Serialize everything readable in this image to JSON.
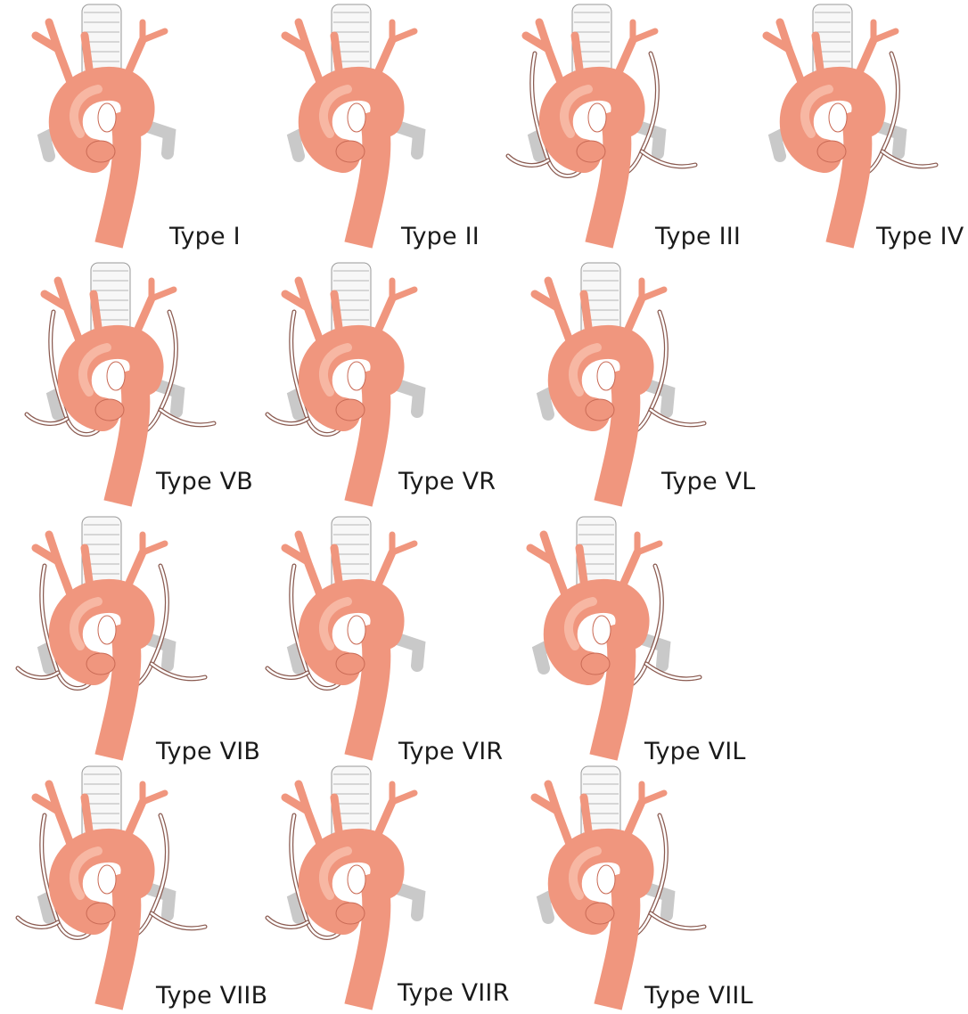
{
  "colors": {
    "aorta": "#f0967e",
    "aorta_light": "#f7b7a3",
    "aorta_dark": "#c96a55",
    "nerve_outline": "#8a5a50",
    "trachea": "#dcdcdc"
  },
  "panels": [
    {
      "id": "I",
      "label": "Type I",
      "nerve": "none",
      "row": 0
    },
    {
      "id": "II",
      "label": "Type II",
      "nerve": "none",
      "row": 0
    },
    {
      "id": "III",
      "label": "Type III",
      "nerve": "both",
      "row": 0
    },
    {
      "id": "IV",
      "label": "Type IV",
      "nerve": "left",
      "row": 0
    },
    {
      "id": "VB",
      "label": "Type VB",
      "nerve": "both",
      "row": 1
    },
    {
      "id": "VR",
      "label": "Type VR",
      "nerve": "right",
      "row": 1
    },
    {
      "id": "VL",
      "label": "Type VL",
      "nerve": "left",
      "row": 1
    },
    {
      "id": "VIB",
      "label": "Type VIB",
      "nerve": "both",
      "row": 2
    },
    {
      "id": "VIR",
      "label": "Type VIR",
      "nerve": "right",
      "row": 2
    },
    {
      "id": "VIL",
      "label": "Type VIL",
      "nerve": "left",
      "row": 2
    },
    {
      "id": "VIIB",
      "label": "Type VIIB",
      "nerve": "both",
      "row": 3
    },
    {
      "id": "VIIR",
      "label": "Type VIIR",
      "nerve": "right",
      "row": 3
    },
    {
      "id": "VIIL",
      "label": "Type VIIL",
      "nerve": "left",
      "row": 3
    }
  ]
}
